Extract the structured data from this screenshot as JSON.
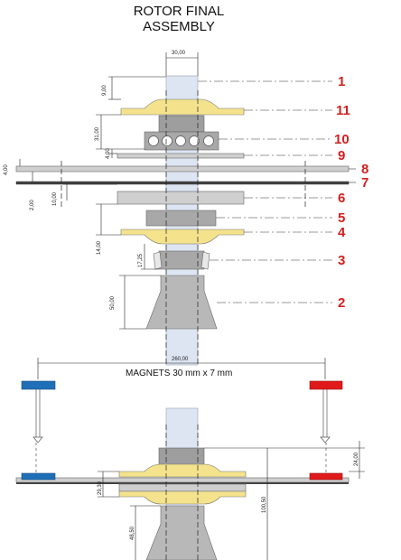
{
  "title_lines": [
    "ROTOR FINAL",
    "ASSEMBLY"
  ],
  "part_numbers": [
    "1",
    "11",
    "10",
    "9",
    "8",
    "7",
    "6",
    "5",
    "4",
    "3",
    "2"
  ],
  "dimensions": {
    "shaft_width": "30,00",
    "d_9": "9,00",
    "d_31": "31,00",
    "d_4a": "4,00",
    "d_4b": "4,00",
    "d_2": "2,00",
    "d_10": "10,00",
    "d_14": "14,00",
    "d_17": "17,25",
    "d_50": "50,00",
    "d_260": "260,00",
    "d_24": "24,00",
    "d_29": "29,30",
    "d_100": "100,50",
    "d_48": "48,50"
  },
  "magnets_caption": "MAGNETS 30 mm x 7 mm",
  "colors": {
    "yellow_disc": "#f4e38c",
    "grey_light": "#cfcfcf",
    "grey_mid": "#a8a8a8",
    "shaft": "#dde4f2",
    "callout_red": "#d42020",
    "magnet_blue": "#1f6fb8",
    "magnet_red": "#e01a1a"
  }
}
